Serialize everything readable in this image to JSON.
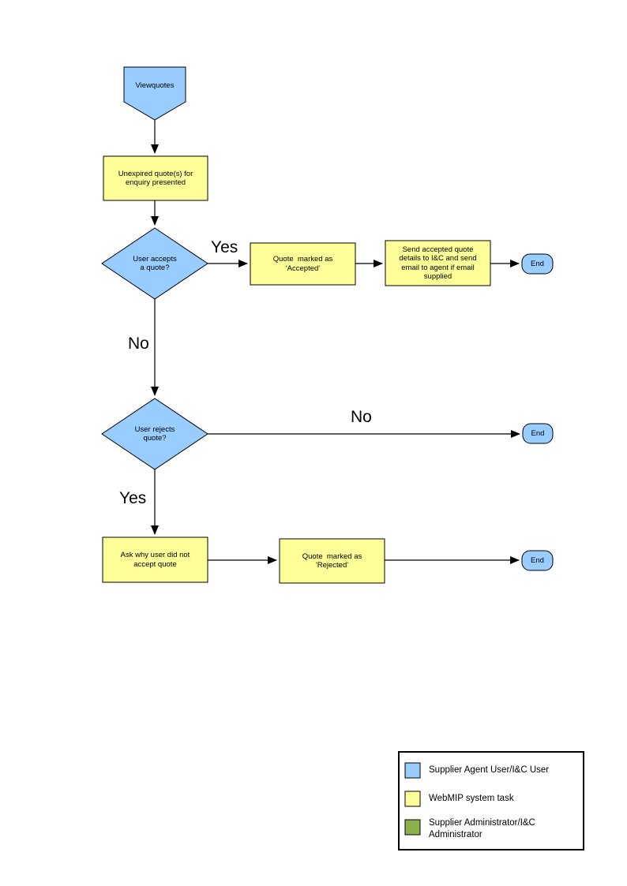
{
  "colors": {
    "supplier_agent_user": "#99CCFF",
    "webmip_system_task": "#FFFF99",
    "supplier_administrator": "#8DB04A",
    "line": "#000000"
  },
  "nodes": {
    "viewquotes": "Viewquotes",
    "unexpired_quotes": "Unexpired quote(s) for\nenquiry presented",
    "user_accepts": "User accepts\na quote?",
    "quote_marked_accepted": "Quote  marked as\n'Accepted'",
    "send_accepted_details": "Send accepted quote\ndetails to I&C and send\nemail to agent if email\nsupplied",
    "end_accepted": "End",
    "user_rejects": "User rejects\nquote?",
    "end_not_rejected": "End",
    "ask_why": "Ask why user did not\naccept quote",
    "quote_marked_rejected": "Quote  marked as\n'Rejected'",
    "end_rejected": "End"
  },
  "edge_labels": {
    "accepts_yes": "Yes",
    "accepts_no": "No",
    "rejects_no": "No",
    "rejects_yes": "Yes"
  },
  "legend": {
    "items": [
      {
        "label": "Supplier Agent User/I&C User",
        "color": "#99CCFF"
      },
      {
        "label": "WebMIP system task",
        "color": "#FFFF99"
      },
      {
        "label": "Supplier Administrator/I&C\nAdministrator",
        "color": "#8DB04A"
      }
    ]
  }
}
